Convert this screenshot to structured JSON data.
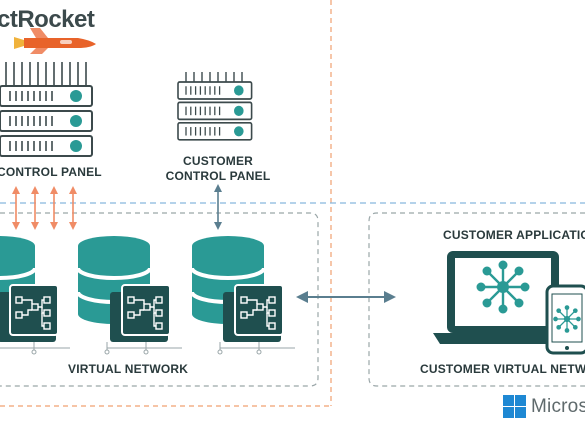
{
  "logo": {
    "text_visible": "ctRocket"
  },
  "labels": {
    "control_panel": "CONTROL PANEL",
    "customer_control_panel_line1": "CUSTOMER",
    "customer_control_panel_line2": "CONTROL PANEL",
    "virtual_network": "VIRTUAL NETWORK",
    "customer_application": "CUSTOMER APPLICATIO",
    "customer_virtual_network": "CUSTOMER VIRTUAL NETW",
    "microsoft": "Micros"
  },
  "colors": {
    "dark_teal": "#1f4f4f",
    "teal": "#2a9a95",
    "slate": "#3c4a4c",
    "orange_dash": "#f0a070",
    "blue_dash": "#86b7de",
    "gray_dash": "#9aa6a8",
    "arrow_orange": "#f08c66",
    "arrow_gray": "#5a7e8f",
    "logo_orange": "#e8632a",
    "ms_blue": "#1e88d3"
  }
}
